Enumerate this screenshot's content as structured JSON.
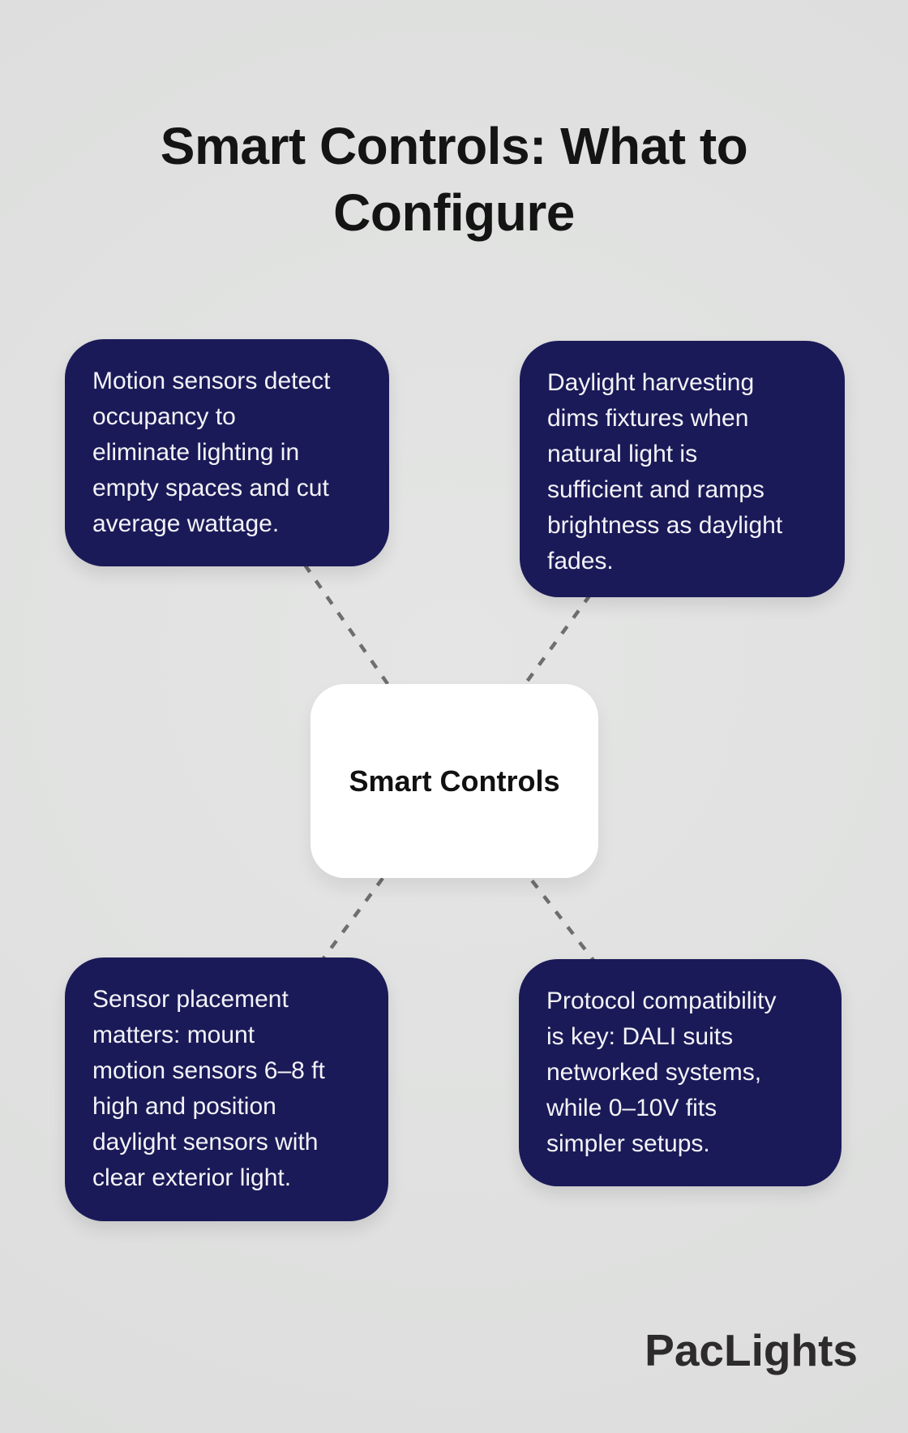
{
  "page": {
    "title_lines": [
      "Smart Controls: What to",
      "Configure"
    ],
    "background_color": "#e0e1e0"
  },
  "diagram": {
    "center": {
      "label": "Smart Controls"
    },
    "nodes": {
      "top_left": {
        "lines": [
          "Motion sensors detect",
          "occupancy to",
          "eliminate lighting in",
          "empty spaces and cut",
          "average wattage."
        ]
      },
      "top_right": {
        "lines": [
          "Daylight harvesting",
          "dims fixtures when",
          "natural light is",
          "sufficient and ramps",
          "brightness as daylight",
          "fades."
        ]
      },
      "bottom_left": {
        "lines": [
          "Sensor placement",
          "matters: mount",
          "motion sensors 6–8 ft",
          "high and position",
          "daylight sensors with",
          "clear exterior light."
        ]
      },
      "bottom_right": {
        "lines": [
          "Protocol compatibility",
          "is key: DALI suits",
          "networked systems,",
          "while 0–10V fits",
          "simpler setups."
        ]
      }
    },
    "colors": {
      "node_background": "#1b1a58",
      "node_text": "#f3f3f8",
      "center_background": "#ffffff",
      "center_text": "#111111",
      "connector": "#6e6e6e",
      "title_text": "#141414"
    }
  },
  "footer": {
    "brand": "PacLights"
  }
}
